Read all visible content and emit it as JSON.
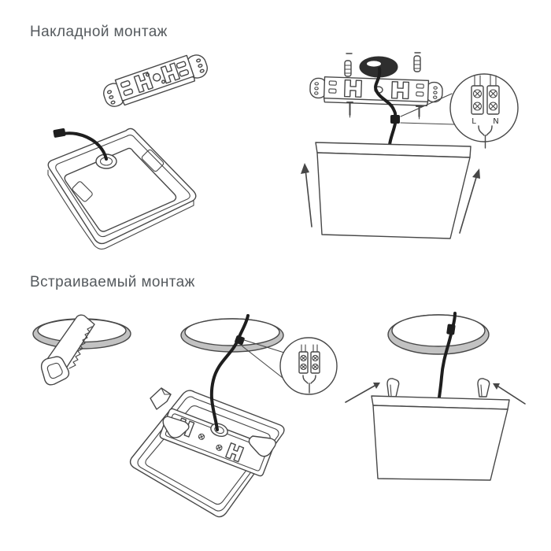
{
  "document": {
    "background": "#ffffff"
  },
  "colors": {
    "line": "#474747",
    "cable": "#1e1e1e",
    "hole_rim": "#c2c2c2",
    "hole_dark": "#2e2e2e",
    "heading_text": "#555a5e"
  },
  "sections": [
    {
      "title": "Накладной монтаж"
    },
    {
      "title": "Встраиваемый монтаж"
    }
  ],
  "terminal_labels": {
    "live": "L",
    "neutral": "N"
  },
  "figures": {
    "surface_mount": [
      "mounting-bracket",
      "panel-back-with-cable",
      "ceiling-bracket-assembly",
      "wiring-terminal-detail",
      "panel-lift-arrows"
    ],
    "recessed_mount": [
      "hole-cutting-saw",
      "cable-through-hole",
      "wiring-terminal-detail-small",
      "panel-back-with-spring-clips",
      "panel-insertion-arrows"
    ]
  }
}
